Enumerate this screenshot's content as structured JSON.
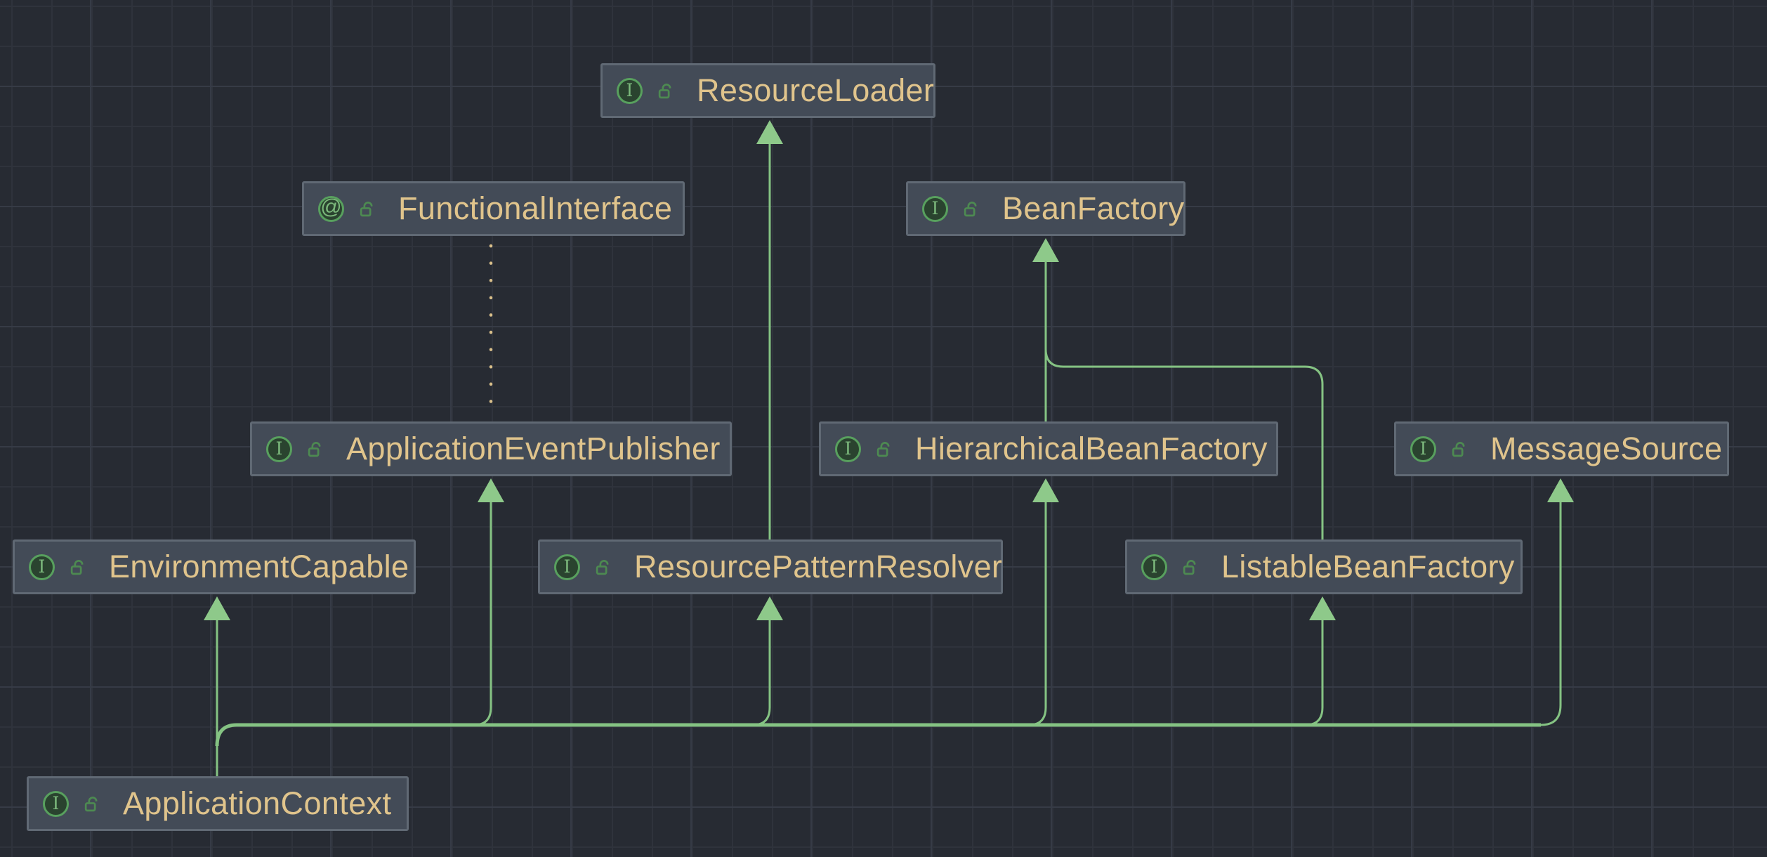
{
  "diagram": {
    "kind": "uml-interface-hierarchy",
    "colors": {
      "background": "#272b33",
      "grid_minor": "#2f333c",
      "grid_major": "#363b46",
      "node_fill": "#434b57",
      "node_border": "#606974",
      "node_text": "#e0c48c",
      "edge_green": "#85c383",
      "arrowhead_green": "#8ec98a",
      "dotted_edge": "#d9bf8a",
      "icon_ring": "#58a05e",
      "icon_fill": "#2a432f",
      "icon_glyph": "#7cb97c",
      "lock_icon": "#4d8a51"
    },
    "nodes": [
      {
        "id": "ResourceLoader",
        "label": "ResourceLoader",
        "icon": "interface-icon",
        "icon_glyph": "I",
        "modifier_icon": "unlock-icon"
      },
      {
        "id": "FunctionalInterface",
        "label": "FunctionalInterface",
        "icon": "annotation-icon",
        "icon_glyph": "@",
        "modifier_icon": "unlock-icon"
      },
      {
        "id": "BeanFactory",
        "label": "BeanFactory",
        "icon": "interface-icon",
        "icon_glyph": "I",
        "modifier_icon": "unlock-icon"
      },
      {
        "id": "ApplicationEventPublisher",
        "label": "ApplicationEventPublisher",
        "icon": "interface-icon",
        "icon_glyph": "I",
        "modifier_icon": "unlock-icon"
      },
      {
        "id": "HierarchicalBeanFactory",
        "label": "HierarchicalBeanFactory",
        "icon": "interface-icon",
        "icon_glyph": "I",
        "modifier_icon": "unlock-icon"
      },
      {
        "id": "MessageSource",
        "label": "MessageSource",
        "icon": "interface-icon",
        "icon_glyph": "I",
        "modifier_icon": "unlock-icon"
      },
      {
        "id": "EnvironmentCapable",
        "label": "EnvironmentCapable",
        "icon": "interface-icon",
        "icon_glyph": "I",
        "modifier_icon": "unlock-icon"
      },
      {
        "id": "ResourcePatternResolver",
        "label": "ResourcePatternResolver",
        "icon": "interface-icon",
        "icon_glyph": "I",
        "modifier_icon": "unlock-icon"
      },
      {
        "id": "ListableBeanFactory",
        "label": "ListableBeanFactory",
        "icon": "interface-icon",
        "icon_glyph": "I",
        "modifier_icon": "unlock-icon"
      },
      {
        "id": "ApplicationContext",
        "label": "ApplicationContext",
        "icon": "interface-icon",
        "icon_glyph": "I",
        "modifier_icon": "unlock-icon"
      }
    ],
    "edges": [
      {
        "from": "HierarchicalBeanFactory",
        "to": "BeanFactory",
        "type": "extends",
        "style": "solid-arrow"
      },
      {
        "from": "ListableBeanFactory",
        "to": "BeanFactory",
        "type": "extends",
        "style": "solid-arrow"
      },
      {
        "from": "ResourcePatternResolver",
        "to": "ResourceLoader",
        "type": "extends",
        "style": "solid-arrow"
      },
      {
        "from": "FunctionalInterface",
        "to": "ApplicationEventPublisher",
        "type": "annotation",
        "style": "dotted"
      },
      {
        "from": "ApplicationContext",
        "to": "EnvironmentCapable",
        "type": "extends",
        "style": "solid-arrow"
      },
      {
        "from": "ApplicationContext",
        "to": "ApplicationEventPublisher",
        "type": "extends",
        "style": "solid-arrow"
      },
      {
        "from": "ApplicationContext",
        "to": "ResourcePatternResolver",
        "type": "extends",
        "style": "solid-arrow"
      },
      {
        "from": "ApplicationContext",
        "to": "HierarchicalBeanFactory",
        "type": "extends",
        "style": "solid-arrow"
      },
      {
        "from": "ApplicationContext",
        "to": "ListableBeanFactory",
        "type": "extends",
        "style": "solid-arrow"
      },
      {
        "from": "ApplicationContext",
        "to": "MessageSource",
        "type": "extends",
        "style": "solid-arrow"
      }
    ]
  }
}
